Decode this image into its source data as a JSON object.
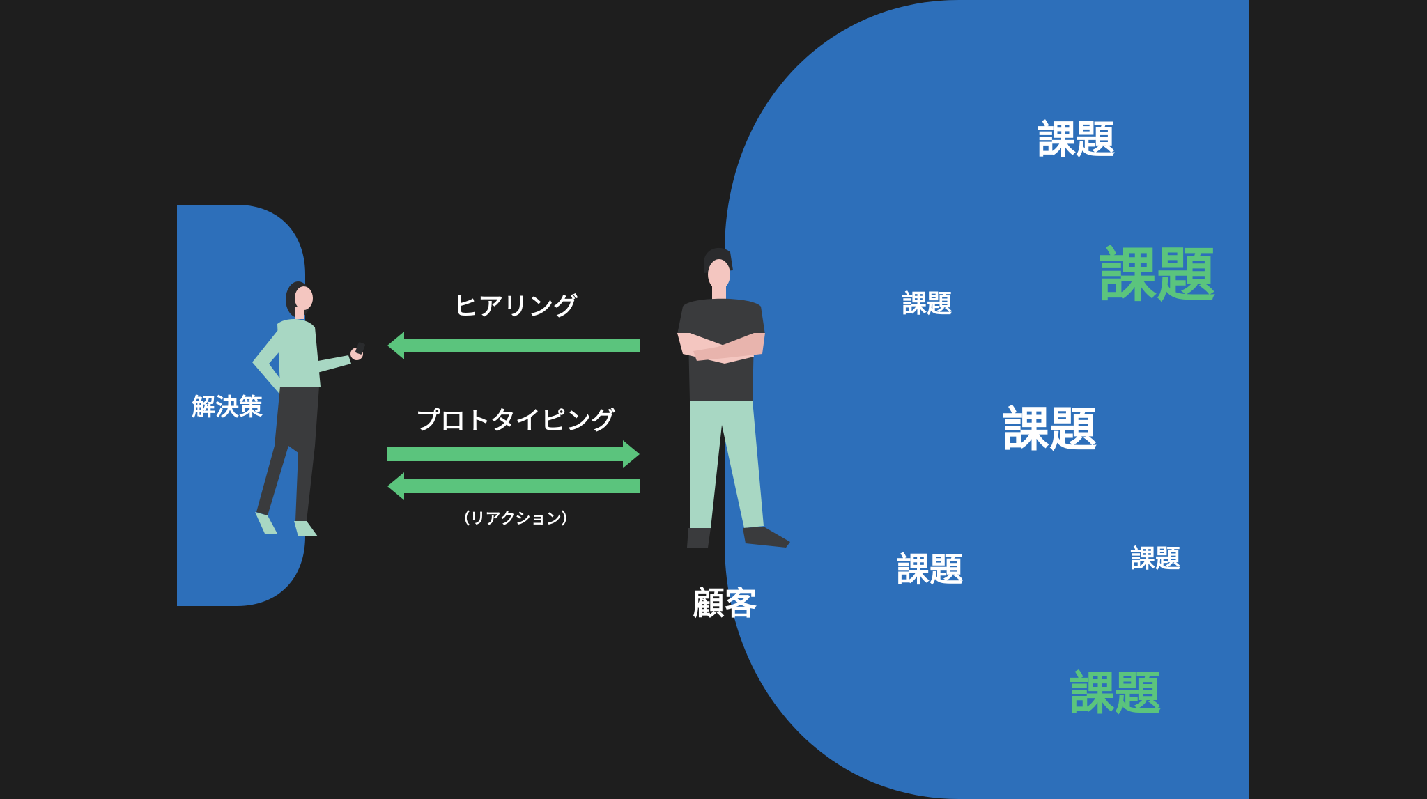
{
  "colors": {
    "background": "#1e1e1e",
    "blue": "#2d6fba",
    "green": "#5bc47d",
    "white": "#ffffff",
    "figure_dark": "#3a3b3d",
    "figure_mint": "#a8d7c3",
    "skin": "#f4c6c0",
    "hair": "#2a2b2d"
  },
  "left": {
    "label": "解決策"
  },
  "right": {
    "customer_label": "顧客",
    "issues": [
      {
        "text": "課題",
        "color": "white"
      },
      {
        "text": "課題",
        "color": "green"
      },
      {
        "text": "課題",
        "color": "white"
      },
      {
        "text": "課題",
        "color": "white"
      },
      {
        "text": "課題",
        "color": "white"
      },
      {
        "text": "課題",
        "color": "white"
      },
      {
        "text": "課題",
        "color": "green"
      }
    ]
  },
  "arrows": {
    "hearing_label": "ヒアリング",
    "prototyping_label": "プロトタイピング",
    "reaction_label": "（リアクション）"
  }
}
